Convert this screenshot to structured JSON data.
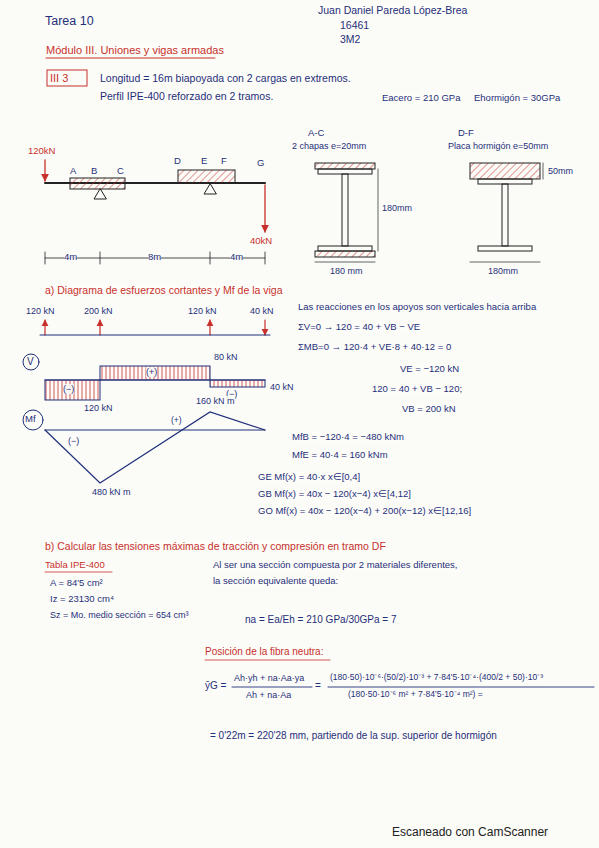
{
  "diagram": {
    "title": "Tarea 10",
    "labels": [
      "Juan Daniel Pareda López-Brea",
      "16461",
      "3M2",
      "Módulo III. Uniones y vigas armadas",
      "III 3",
      "Longitud = 16m biapoyada con 2 cargas en extremos.",
      "Perfil IPE-400 reforzado en 2 tramos.",
      "Eacero = 210 GPa",
      "Ehormigón = 30GPa",
      "120kN",
      "A",
      "B",
      "C",
      "D",
      "E",
      "F",
      "G",
      "4m",
      "8m",
      "4m",
      "40kN",
      "A-C",
      "2 chapas e=20mm",
      "180mm",
      "180 mm",
      "D-F",
      "Placa hormigón e=50mm",
      "50mm",
      "180mm",
      "a) Diagrama de esfuerzos cortantes y Mf de la viga",
      "120 kN",
      "200 kN",
      "120 kN",
      "40 kN",
      "Las reacciones en los apoyos son verticales hacia arriba",
      "ΣV=0 → 120 = 40 + VB − VE",
      "ΣMB=0 → 120·4 + VE·8 + 40·12 = 0",
      "VE = −120 kN",
      "120 = 40 + VB − 120;",
      "VB = 200 kN",
      "V",
      "(−)",
      "(+)",
      "80 kN",
      "120 kN",
      "(−)",
      "40 kN",
      "Mf",
      "(−)",
      "480 kN m",
      "160 kN m",
      "(+)",
      "MfB = −120·4 = −480 kNm",
      "MfE = 40·4 = 160 kNm",
      "GE   Mf(x) = 40·x   x∈[0,4]",
      "GB   Mf(x) = 40x − 120(x−4)   x∈[4,12]",
      "GO   Mf(x) = 40x − 120(x−4) + 200(x−12)   x∈[12,16]",
      "b) Calcular las tensiones máximas de tracción y compresión en tramo DF",
      "Tabla IPE-400",
      "A = 84'5 cm²",
      "Iz = 23130 cm⁴",
      "Sz = Mo. medio sección = 654 cm³",
      "Al ser una sección compuesta por 2 materiales diferentes,",
      "la sección equivalente queda:",
      "na = Ea/Eh = 210 GPa/30GPa = 7",
      "Posición de la fibra neutra:",
      "ȳG =",
      "Ah·yh + na·Aa·ya",
      "Ah + na·Aa",
      "=",
      "(180·50)·10⁻⁶·(50/2)·10⁻³ + 7·84'5·10⁻⁴·(400/2 + 50)·10⁻³",
      "(180·50·10⁻⁶ m² + 7·84'5·10⁻⁴ m²) =",
      "= 0'22m = 220'28 mm, partiendo de la sup. superior de hormigón",
      "Escaneado con CamScanner"
    ]
  }
}
